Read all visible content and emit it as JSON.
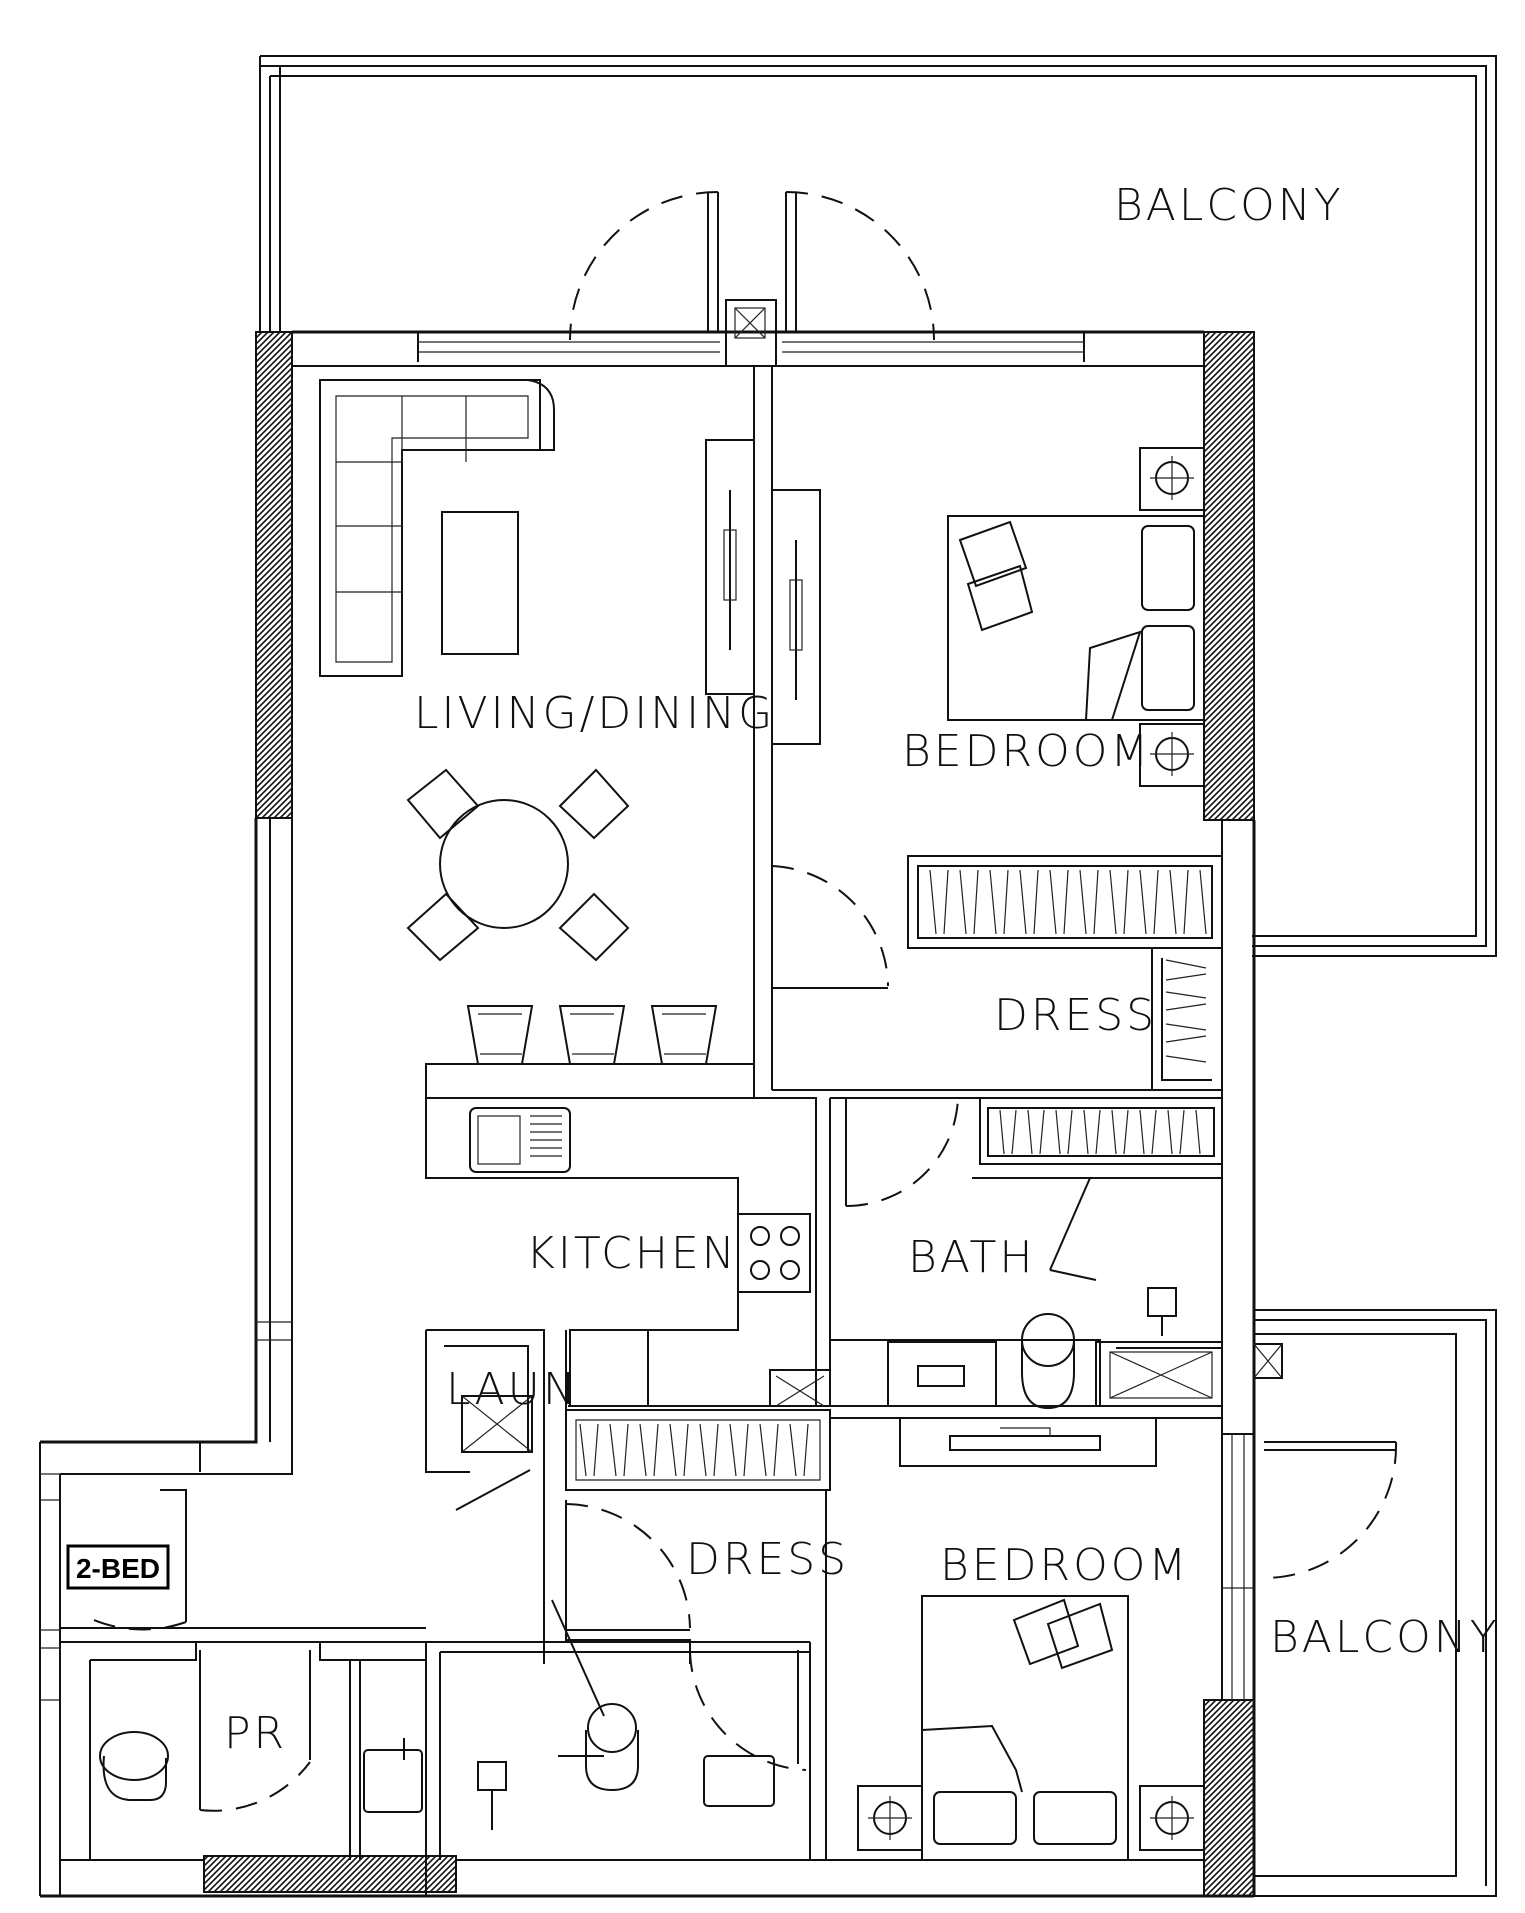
{
  "rooms": {
    "balcony_top": "BALCONY",
    "living": "LIVING/DINING",
    "bedroom_top": "BEDROOM",
    "dress_top": "DRESS",
    "kitchen": "KITCHEN",
    "bath": "BATH",
    "laun": "LAUN",
    "dress_bottom": "DRESS",
    "bedroom_bottom": "BEDROOM",
    "balcony_right": "BALCONY",
    "pr": "PR"
  },
  "unit_tag": "2-BED",
  "colors": {
    "line": "#111111",
    "background": "#ffffff"
  }
}
